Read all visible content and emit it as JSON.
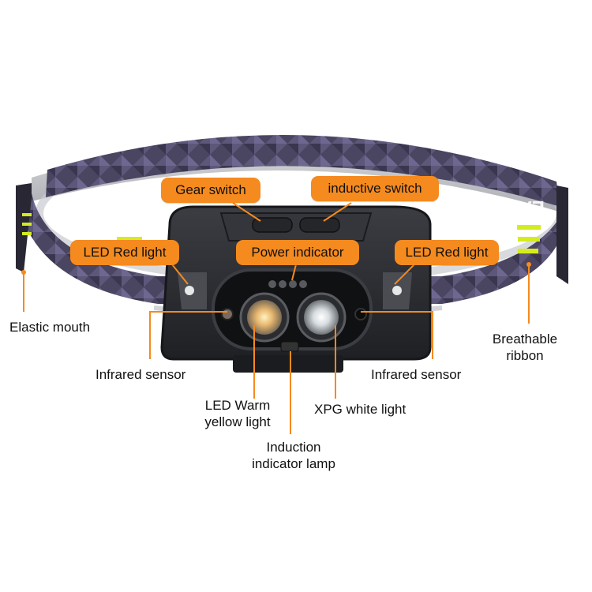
{
  "callouts": {
    "gear_switch": "Gear switch",
    "inductive_switch": "inductive switch",
    "led_red_left": "LED Red light",
    "power_indicator": "Power indicator",
    "led_red_right": "LED Red light"
  },
  "labels": {
    "elastic_mouth": "Elastic mouth",
    "breathable_ribbon": [
      "Breathable",
      "ribbon"
    ],
    "infrared_left": "Infrared sensor",
    "infrared_right": "Infrared sensor",
    "led_warm": [
      "LED Warm",
      "yellow light"
    ],
    "xpg_white": "XPG white light",
    "induction_lamp": [
      "Induction",
      "indicator lamp"
    ]
  },
  "colors": {
    "callout_fill": "#f58a1f",
    "leader_line": "#f58a1f",
    "strap_base": "#4a4560",
    "strap_accent": "#d4ec1e",
    "housing": "#2b2d31"
  }
}
